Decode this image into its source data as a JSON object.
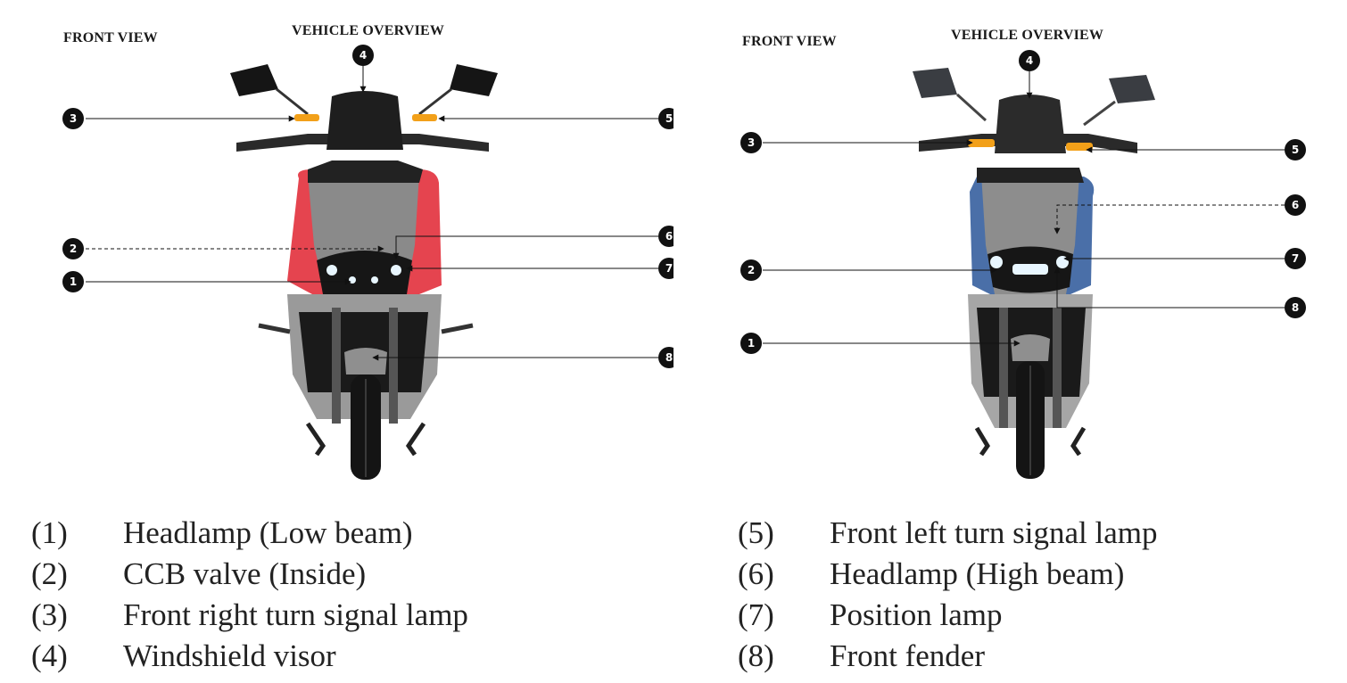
{
  "panels": [
    {
      "front_view": "FRONT VIEW",
      "vehicle_overview": "VEHICLE OVERVIEW",
      "callouts": [
        "1",
        "2",
        "3",
        "4",
        "5",
        "6",
        "7",
        "8"
      ],
      "body_color": "#e5444f"
    },
    {
      "front_view": "FRONT VIEW",
      "vehicle_overview": "VEHICLE OVERVIEW",
      "callouts": [
        "1",
        "2",
        "3",
        "4",
        "5",
        "6",
        "7",
        "8"
      ],
      "body_color": "#4a6fa8"
    }
  ],
  "legend": {
    "left": [
      {
        "num": "(1)",
        "label": "Headlamp (Low beam)"
      },
      {
        "num": "(2)",
        "label": "CCB valve (Inside)"
      },
      {
        "num": "(3)",
        "label": "Front right turn signal lamp"
      },
      {
        "num": "(4)",
        "label": "Windshield visor"
      }
    ],
    "right": [
      {
        "num": "(5)",
        "label": "Front left turn signal lamp"
      },
      {
        "num": "(6)",
        "label": "Headlamp (High beam)"
      },
      {
        "num": "(7)",
        "label": "Position lamp"
      },
      {
        "num": "(8)",
        "label": "Front fender"
      }
    ]
  }
}
